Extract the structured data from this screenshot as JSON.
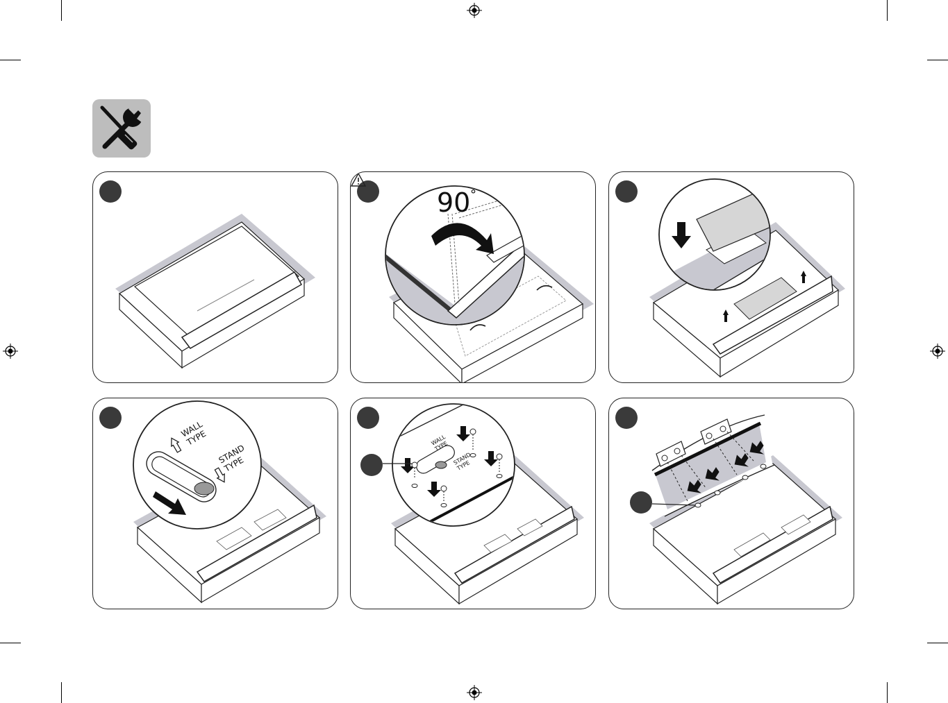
{
  "page": {
    "background": "#ffffff"
  },
  "icon": {
    "name": "tools-icon",
    "color": "#bdbdbd"
  },
  "steps": [
    {
      "icon": "tv-face-down-icon"
    },
    {
      "icon": "rotate-stand-icon",
      "rotation_label": "90",
      "degree_symbol": "°",
      "warning_icon": "warning-icon"
    },
    {
      "icon": "remove-cover-icon"
    },
    {
      "icon": "slide-switch-icon",
      "upper_label_1": "WALL",
      "upper_label_2": "TYPE",
      "lower_label_1": "STAND",
      "lower_label_2": "TYPE"
    },
    {
      "icon": "remove-screws-icon",
      "upper_label_1": "WALL",
      "upper_label_2": "TYPE",
      "lower_label_1": "STAND",
      "lower_label_2": "TYPE"
    },
    {
      "icon": "attach-brackets-icon"
    }
  ],
  "colors": {
    "stroke": "#222222",
    "shade": "#c8c8d0",
    "badge": "#3a3a3a"
  }
}
